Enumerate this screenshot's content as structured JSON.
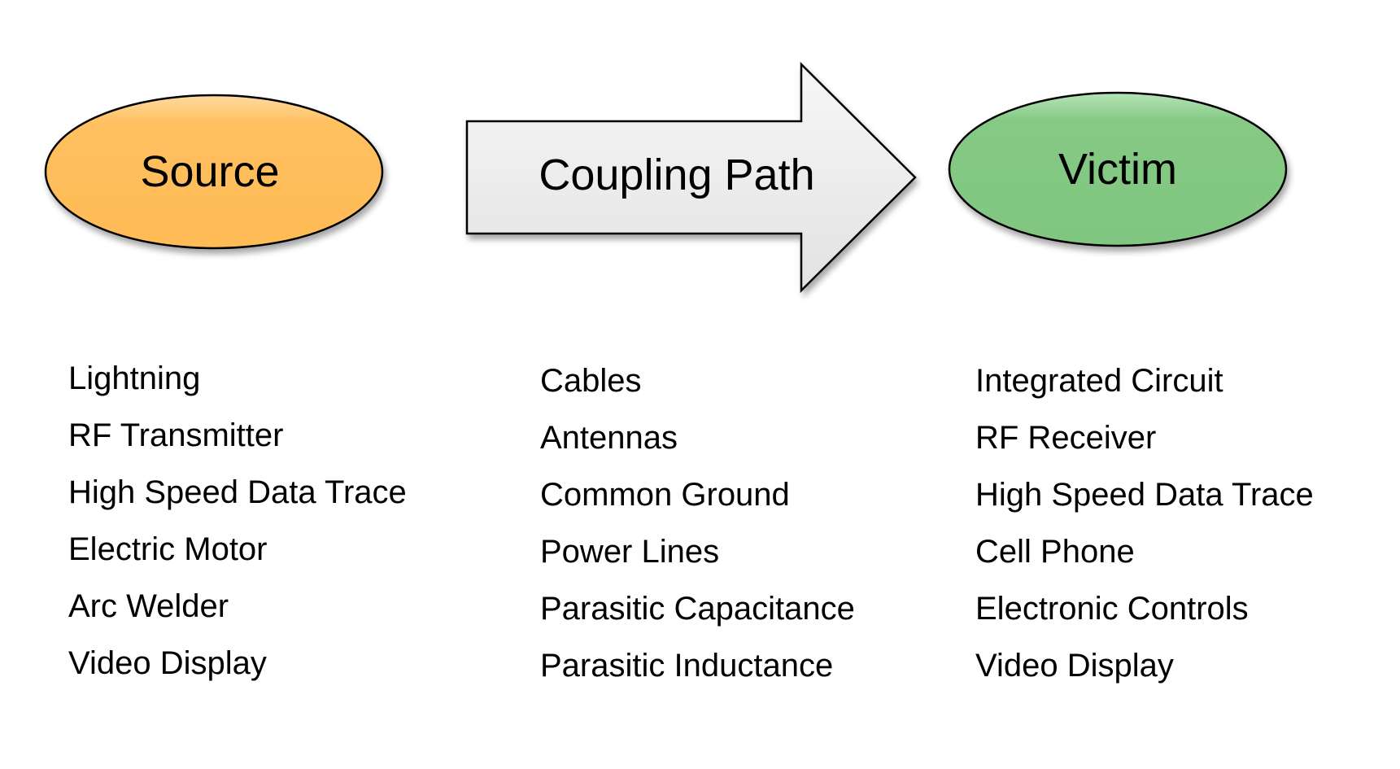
{
  "source": {
    "label": "Source",
    "items": [
      "Lightning",
      "RF Transmitter",
      "High Speed Data Trace",
      "Electric Motor",
      "Arc Welder",
      "Video Display"
    ]
  },
  "coupling_path": {
    "label": "Coupling Path",
    "items": [
      "Cables",
      "Antennas",
      "Common Ground",
      "Power Lines",
      "Parasitic Capacitance",
      "Parasitic Inductance"
    ]
  },
  "victim": {
    "label": "Victim",
    "items": [
      "Integrated Circuit",
      "RF Receiver",
      "High Speed Data Trace",
      "Cell Phone",
      "Electronic Controls",
      "Video Display"
    ]
  },
  "colors": {
    "source_fill": "#ffc060",
    "victim_fill": "#85c985",
    "arrow_fill": "#e6e6e6",
    "outline": "#000000"
  }
}
